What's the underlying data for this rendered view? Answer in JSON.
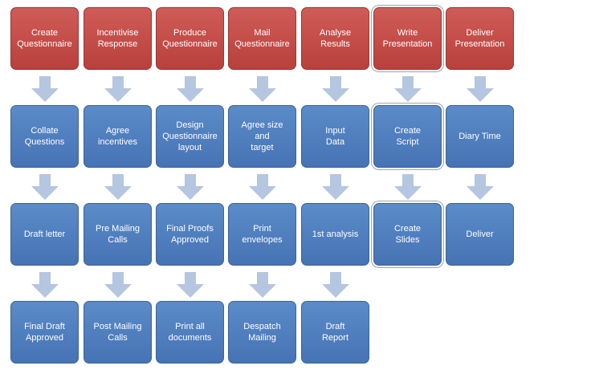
{
  "colors": {
    "header": "#c0504d",
    "step": "#4f81bd",
    "arrow": "#b4c6e0",
    "text": "#ffffff"
  },
  "columns": [
    {
      "header": "Create\nQuestionnaire",
      "steps": [
        "Collate\nQuestions",
        "Draft letter",
        "Final Draft\nApproved"
      ]
    },
    {
      "header": "Incentivise\nResponse",
      "steps": [
        "Agree\nincentives",
        "Pre Mailing\nCalls",
        "Post Mailing\nCalls"
      ]
    },
    {
      "header": "Produce\nQuestionnaire",
      "steps": [
        "Design\nQuestionnaire\nlayout",
        "Final Proofs\nApproved",
        "Print all\ndocuments"
      ]
    },
    {
      "header": "Mail\nQuestionnaire",
      "steps": [
        "Agree size and\ntarget",
        "Print envelopes",
        "Despatch\nMailing"
      ]
    },
    {
      "header": "Analyse\nResults",
      "steps": [
        "Input\nData",
        "1st analysis",
        "Draft\nReport"
      ]
    },
    {
      "header": "Write\nPresentation",
      "steps": [
        "Create\nScript",
        "Create\nSlides"
      ]
    },
    {
      "header": "Deliver\nPresentation",
      "steps": [
        "Diary Time",
        "Deliver"
      ]
    }
  ]
}
